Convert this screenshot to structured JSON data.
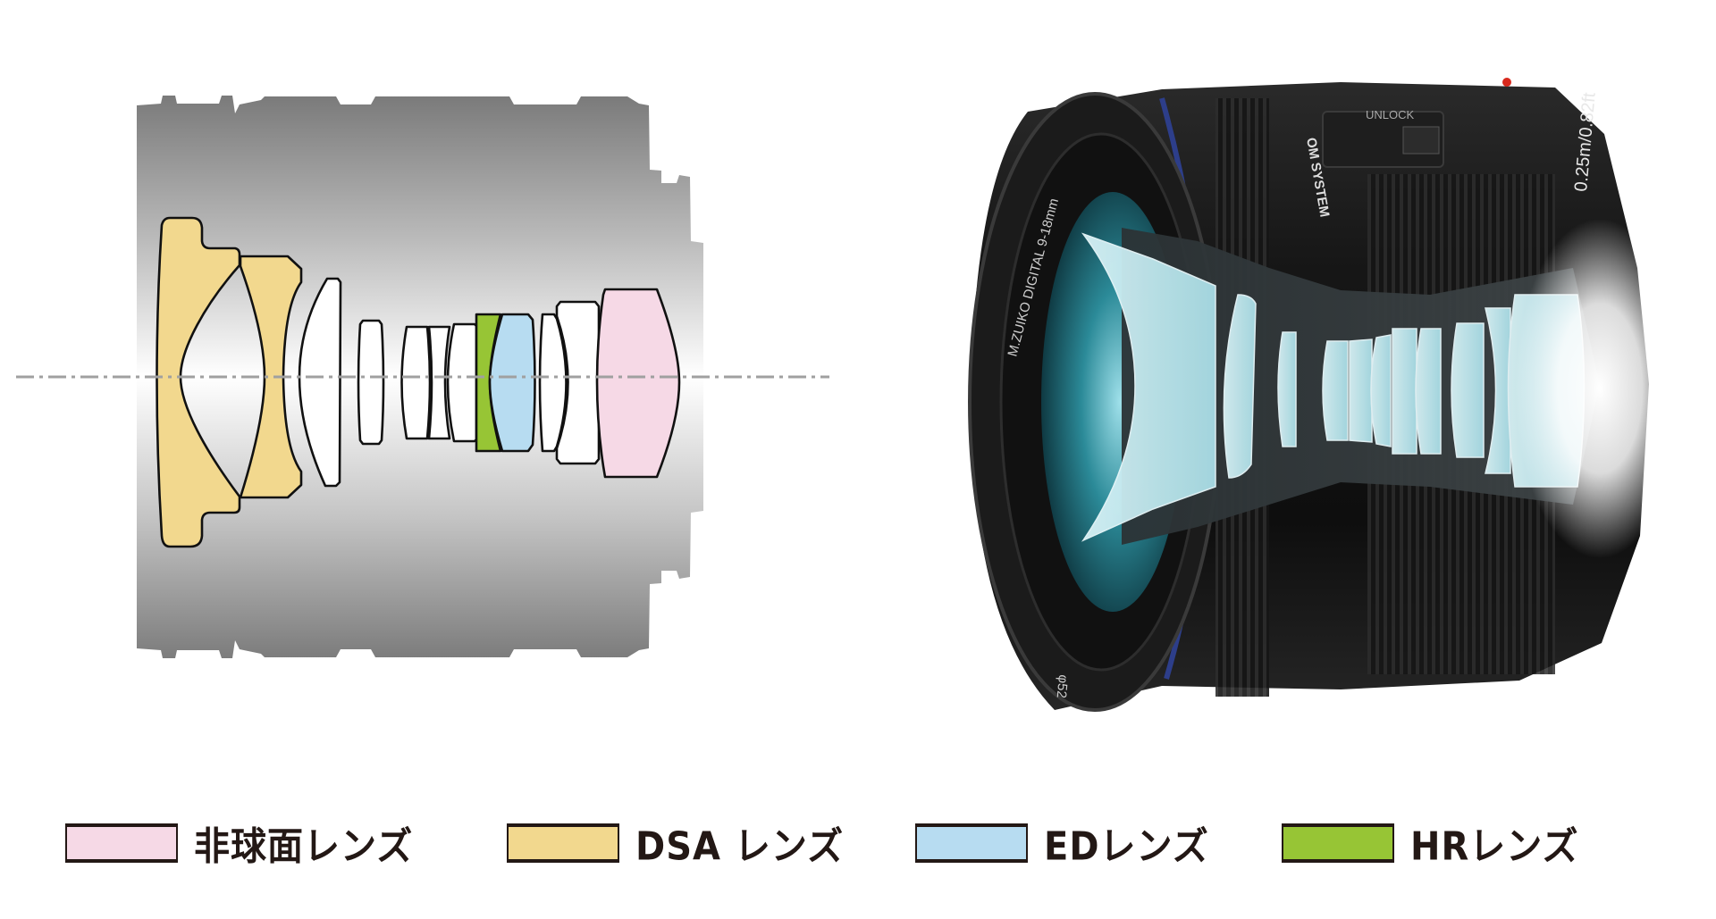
{
  "legend": [
    {
      "label": "非球面レンズ",
      "color": "#f6d9e6"
    },
    {
      "label": "DSA レンズ",
      "color": "#f2d88e"
    },
    {
      "label": "EDレンズ",
      "color": "#b7dcf1"
    },
    {
      "label": "HRレンズ",
      "color": "#97c535"
    }
  ],
  "diagram": {
    "elements": [
      {
        "type": "DSA",
        "color": "#f2d88e"
      },
      {
        "type": "DSA",
        "color": "#f2d88e"
      },
      {
        "type": "standard",
        "color": "#ffffff"
      },
      {
        "type": "standard",
        "color": "#ffffff"
      },
      {
        "type": "standard",
        "color": "#ffffff"
      },
      {
        "type": "standard",
        "color": "#ffffff"
      },
      {
        "type": "standard",
        "color": "#ffffff"
      },
      {
        "type": "HR",
        "color": "#97c535"
      },
      {
        "type": "ED",
        "color": "#b7dcf1"
      },
      {
        "type": "standard",
        "color": "#ffffff"
      },
      {
        "type": "standard",
        "color": "#ffffff"
      },
      {
        "type": "aspherical",
        "color": "#f6d9e6"
      }
    ]
  },
  "lens_markings": {
    "name": "M.ZUIKO DIGITAL 9-18mm",
    "brand": "OM SYSTEM",
    "switch": "UNLOCK",
    "distance": "0.25m/0.82ft",
    "filter": "φ52"
  }
}
